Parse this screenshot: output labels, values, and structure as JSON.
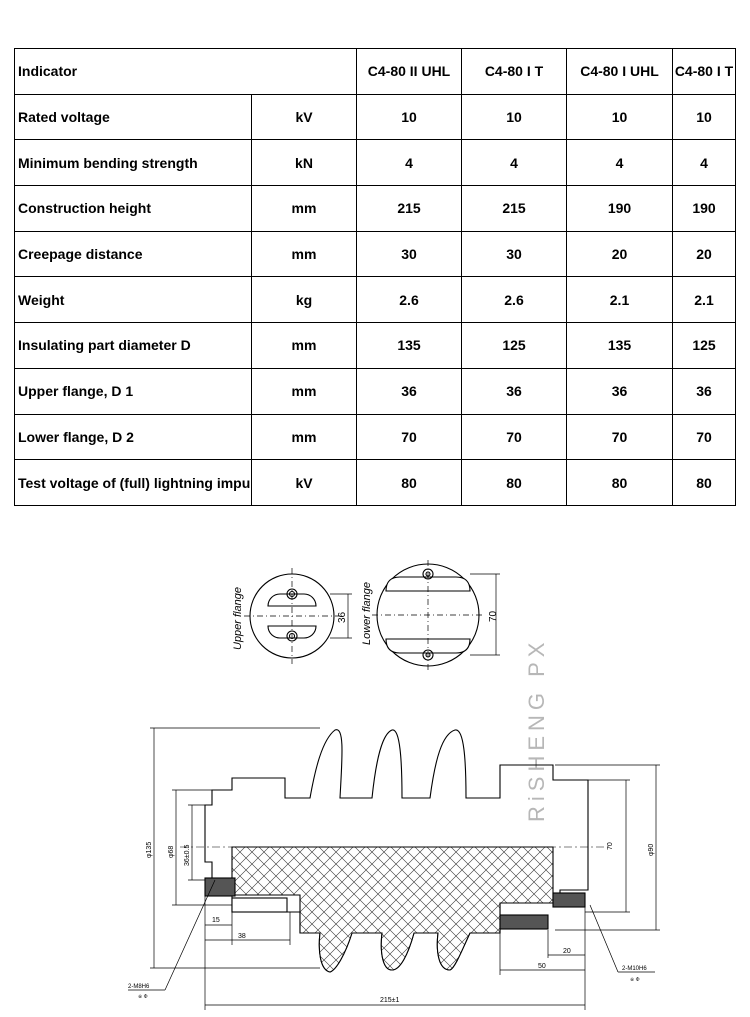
{
  "table": {
    "header": {
      "indicator": "Indicator",
      "models": [
        "C4-80 II UHL",
        "C4-80 I T",
        "C4-80 I UHL",
        "C4-80 I T"
      ]
    },
    "rows": [
      {
        "label": "Rated voltage",
        "unit": "kV",
        "values": [
          "10",
          "10",
          "10",
          "10"
        ]
      },
      {
        "label": "Minimum bending strength",
        "unit": "kN",
        "values": [
          "4",
          "4",
          "4",
          "4"
        ]
      },
      {
        "label": "Construction height",
        "unit": "mm",
        "values": [
          "215",
          "215",
          "190",
          "190"
        ]
      },
      {
        "label": "Creepage distance",
        "unit": "mm",
        "values": [
          "30",
          "30",
          "20",
          "20"
        ]
      },
      {
        "label": "Weight",
        "unit": "kg",
        "values": [
          "2.6",
          "2.6",
          "2.1",
          "2.1"
        ]
      },
      {
        "label": "Insulating part diameter D",
        "unit": "mm",
        "values": [
          "135",
          "125",
          "135",
          "125"
        ]
      },
      {
        "label": "Upper flange, D 1",
        "unit": "mm",
        "values": [
          "36",
          "36",
          "36",
          "36"
        ]
      },
      {
        "label": "Lower flange, D 2",
        "unit": "mm",
        "values": [
          "70",
          "70",
          "70",
          "70"
        ]
      },
      {
        "label": "Test voltage of (full) lightning impu",
        "unit": "kV",
        "values": [
          "80",
          "80",
          "80",
          "80"
        ]
      }
    ]
  },
  "drawing": {
    "upper_flange_label": "Upper flange",
    "lower_flange_label": "Lower flange",
    "dim_36": "36",
    "dim_70_top": "70",
    "watermark": "RiSHENG PX",
    "dim_135": "φ135",
    "dim_68": "φ68",
    "dim_36h": "36±0.5",
    "dim_15": "15",
    "dim_38": "38",
    "dim_70_side": "70",
    "dim_90": "φ90",
    "dim_20": "20",
    "dim_50": "50",
    "dim_215": "215±1",
    "thread_left": "2-M8H6",
    "thread_right": "2-M10H6",
    "thread_left_sub": "※ Φ",
    "thread_right_sub": "※ Φ"
  }
}
